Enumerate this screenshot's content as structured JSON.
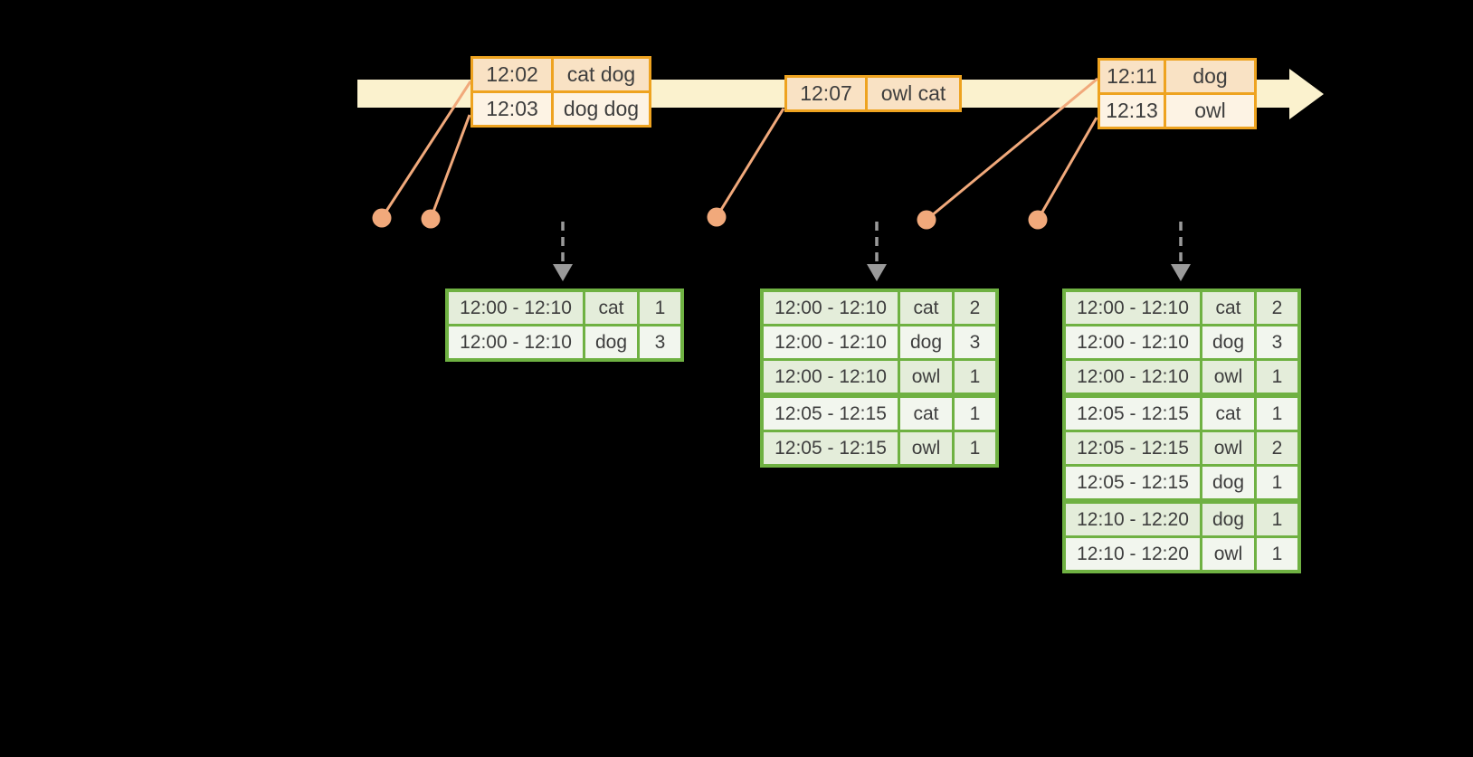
{
  "colors": {
    "canvas-bg": "#000000",
    "timeline": "#FBF2CE",
    "event-border": "#EEA320",
    "event-fill-a": "#F9E2C4",
    "event-fill-b": "#FDF3E4",
    "result-border": "#6FB142",
    "result-fill-a": "#E4EDDA",
    "result-fill-b": "#F2F6EE",
    "dot": "#F1A97B",
    "dashed": "#9A9A9A",
    "text": "#3E3E3E"
  },
  "icons": {
    "timeline_arrow": "right-arrow",
    "trigger_arrow": "down-dashed-arrow"
  },
  "event_tables": [
    {
      "rows": [
        {
          "time": "12:02",
          "words": "cat dog"
        },
        {
          "time": "12:03",
          "words": "dog dog"
        }
      ]
    },
    {
      "rows": [
        {
          "time": "12:07",
          "words": "owl cat"
        }
      ]
    },
    {
      "rows": [
        {
          "time": "12:11",
          "words": "dog"
        },
        {
          "time": "12:13",
          "words": "owl"
        }
      ]
    }
  ],
  "result_tables": [
    {
      "rows": [
        {
          "window": "12:00 - 12:10",
          "word": "cat",
          "count": "1"
        },
        {
          "window": "12:00 - 12:10",
          "word": "dog",
          "count": "3"
        }
      ]
    },
    {
      "rows": [
        {
          "window": "12:00 - 12:10",
          "word": "cat",
          "count": "2"
        },
        {
          "window": "12:00 - 12:10",
          "word": "dog",
          "count": "3"
        },
        {
          "window": "12:00 - 12:10",
          "word": "owl",
          "count": "1"
        },
        {
          "window": "12:05 - 12:15",
          "word": "cat",
          "count": "1"
        },
        {
          "window": "12:05 - 12:15",
          "word": "owl",
          "count": "1"
        }
      ]
    },
    {
      "rows": [
        {
          "window": "12:00 - 12:10",
          "word": "cat",
          "count": "2"
        },
        {
          "window": "12:00 - 12:10",
          "word": "dog",
          "count": "3"
        },
        {
          "window": "12:00 - 12:10",
          "word": "owl",
          "count": "1"
        },
        {
          "window": "12:05 - 12:15",
          "word": "cat",
          "count": "1"
        },
        {
          "window": "12:05 - 12:15",
          "word": "owl",
          "count": "2"
        },
        {
          "window": "12:05 - 12:15",
          "word": "dog",
          "count": "1"
        },
        {
          "window": "12:10 - 12:20",
          "word": "dog",
          "count": "1"
        },
        {
          "window": "12:10 - 12:20",
          "word": "owl",
          "count": "1"
        }
      ]
    }
  ]
}
